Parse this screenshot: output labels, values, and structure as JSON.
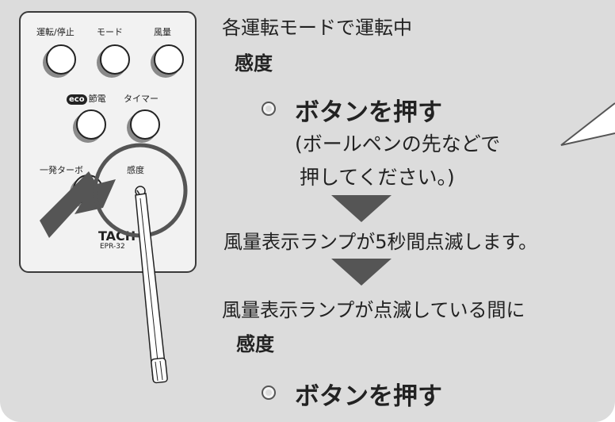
{
  "remote": {
    "labels": {
      "run_stop": "運転/停止",
      "mode": "モード",
      "fan": "風量",
      "eco_badge": "eco",
      "eco_power": "節電",
      "timer": "タイマー",
      "turbo": "一発ターボ",
      "sensitivity": "感度"
    },
    "brand": "TACH",
    "model": "EPR-32"
  },
  "steps": {
    "line1": "各運転モードで運転中",
    "sensitivity_1": "感度",
    "press_1": "ボタンを押す",
    "note_1": "(ボールペンの先などで",
    "note_2": "押してください。)",
    "line2": "風量表示ランプが5秒間点滅します。",
    "line3": "風量表示ランプが点滅している間に",
    "sensitivity_2": "感度",
    "press_2": "ボタンを押す"
  },
  "colors": {
    "panel": "#dcdcdc",
    "arrow": "#555555",
    "text": "#222222"
  }
}
